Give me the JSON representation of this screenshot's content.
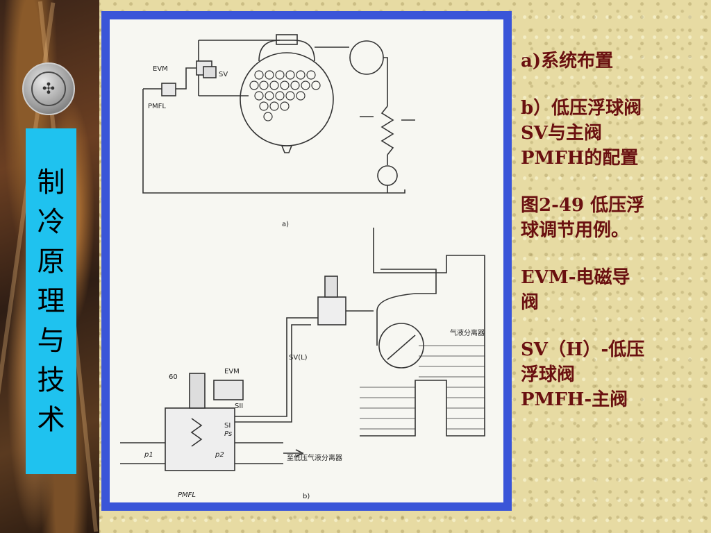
{
  "title": {
    "chars": [
      "制",
      "冷",
      "原",
      "理",
      "与",
      "技",
      "术"
    ]
  },
  "medallion": {
    "icon": "emblem-icon"
  },
  "figure": {
    "top_labels": {
      "evm": "EVM",
      "sv": "SV",
      "pmfl": "PMFL",
      "caption": "a)"
    },
    "bottom_labels": {
      "n60": "60",
      "evm": "EVM",
      "sii": "SII",
      "si": "SI",
      "ps": "Ps",
      "p1": "p1",
      "p2": "p2",
      "pmfl": "PMFL",
      "svl": "SV(L)",
      "separator": "气液分离器",
      "outlet": "至低压气液分离器",
      "caption": "b)"
    }
  },
  "notes": {
    "line_a": "a)系统布置",
    "line_b1": "b）低压浮球阀",
    "line_b2": "SV与主阀",
    "line_b3": "PMFH的配置",
    "line_fig1": "图2-49 低压浮",
    "line_fig2": "球调节用例。",
    "line_evm1": "EVM-电磁导",
    "line_evm2": "阀",
    "line_sv1": "SV（H）-低压",
    "line_sv2": "浮球阀",
    "line_pmfh": "PMFH-主阀"
  },
  "colors": {
    "title_panel": "#1fc2ef",
    "figure_border": "#3a55d8",
    "notes_text": "#6a1010"
  }
}
